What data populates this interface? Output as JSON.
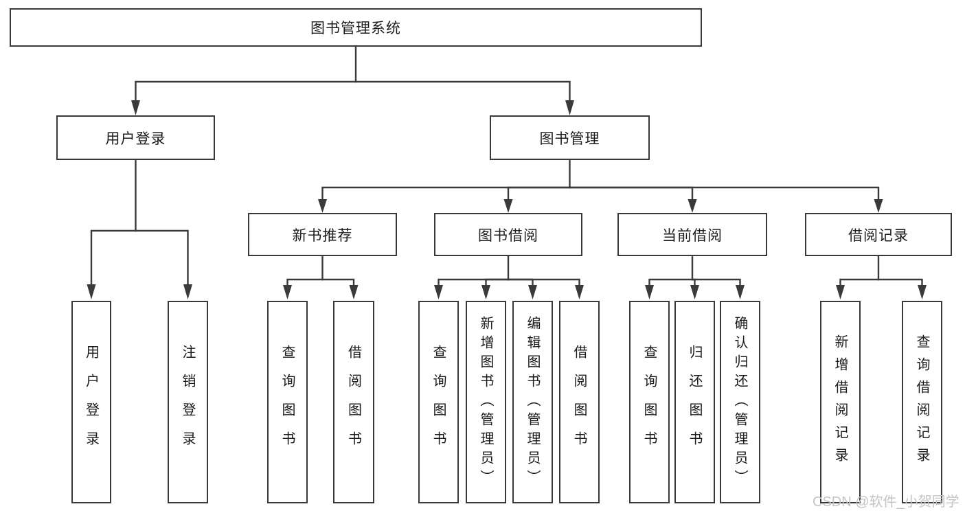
{
  "diagram": {
    "title": "图书管理系统",
    "colors": {
      "background": "#ffffff",
      "line": "#3a3a3a",
      "border": "#383838",
      "text": "#1b1b1b",
      "watermark": "#c4c4c4"
    },
    "tree": {
      "root": {
        "label": "图书管理系统"
      },
      "level1": [
        {
          "label": "用户登录"
        },
        {
          "label": "图书管理"
        }
      ],
      "level2": [
        {
          "label": "新书推荐"
        },
        {
          "label": "图书借阅"
        },
        {
          "label": "当前借阅"
        },
        {
          "label": "借阅记录"
        }
      ],
      "leaves": [
        {
          "label": "用户登录",
          "parent": "用户登录"
        },
        {
          "label": "注销登录",
          "parent": "用户登录"
        },
        {
          "label": "查询图书",
          "parent": "新书推荐"
        },
        {
          "label": "借阅图书",
          "parent": "新书推荐"
        },
        {
          "label": "查询图书",
          "parent": "图书借阅"
        },
        {
          "label": "新增图书（管理员）",
          "parent": "图书借阅"
        },
        {
          "label": "编辑图书（管理员）",
          "parent": "图书借阅"
        },
        {
          "label": "借阅图书",
          "parent": "图书借阅"
        },
        {
          "label": "查询图书",
          "parent": "当前借阅"
        },
        {
          "label": "归还图书",
          "parent": "当前借阅"
        },
        {
          "label": "确认归还（管理员）",
          "parent": "当前借阅"
        },
        {
          "label": "新增借阅记录",
          "parent": "借阅记录"
        },
        {
          "label": "查询借阅记录",
          "parent": "借阅记录"
        }
      ]
    },
    "watermark": {
      "text": "CSDN @软件_小贺同学"
    }
  }
}
